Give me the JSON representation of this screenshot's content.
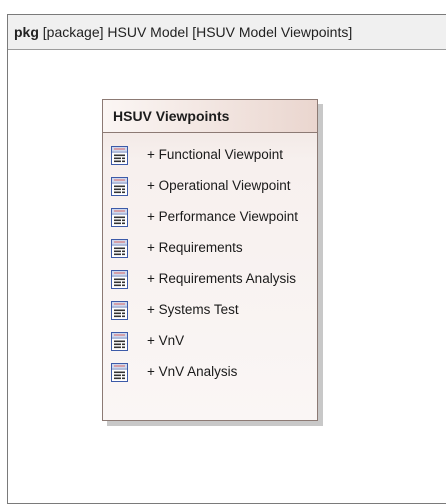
{
  "frame": {
    "kind_label": "pkg",
    "title": "[package] HSUV Model [HSUV Model Viewpoints]"
  },
  "package": {
    "name": "HSUV Viewpoints",
    "items": [
      {
        "label": "+ Functional Viewpoint",
        "icon": "viewpoint-icon"
      },
      {
        "label": "+ Operational Viewpoint",
        "icon": "viewpoint-icon"
      },
      {
        "label": "+ Performance Viewpoint",
        "icon": "viewpoint-icon"
      },
      {
        "label": "+ Requirements",
        "icon": "viewpoint-icon"
      },
      {
        "label": "+ Requirements Analysis",
        "icon": "viewpoint-icon"
      },
      {
        "label": "+ Systems Test",
        "icon": "viewpoint-icon"
      },
      {
        "label": "+ VnV",
        "icon": "viewpoint-icon"
      },
      {
        "label": "+ VnV Analysis",
        "icon": "viewpoint-icon"
      }
    ]
  },
  "colors": {
    "icon_border": "#3c5aa8",
    "icon_header": "#d97a7a",
    "package_border": "#8c7a74"
  }
}
